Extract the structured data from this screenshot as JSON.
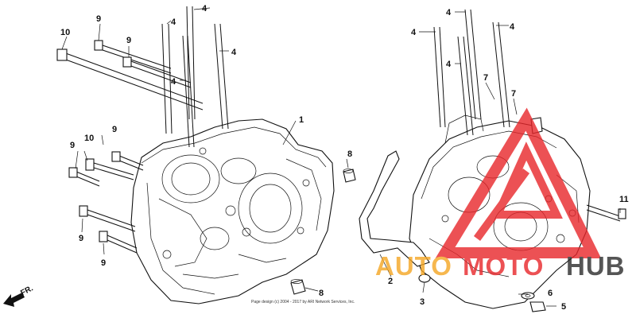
{
  "diagram": {
    "callouts": {
      "c1": "1",
      "c2": "2",
      "c3": "3",
      "c4a": "4",
      "c4b": "4",
      "c4c": "4",
      "c4d": "4",
      "c4e": "4",
      "c4f": "4",
      "c4g": "4",
      "c4h": "4",
      "c5": "5",
      "c6": "6",
      "c7a": "7",
      "c7b": "7",
      "c8a": "8",
      "c8b": "8",
      "c9a": "9",
      "c9b": "9",
      "c9c": "9",
      "c9d": "9",
      "c9e": "9",
      "c9f": "9",
      "c10a": "10",
      "c10b": "10",
      "c11": "11"
    },
    "direction_label": "FR.",
    "credit": "Page design (c) 2004 - 2017 by ARI Network Services, Inc."
  },
  "watermark": {
    "text_auto": "AUTO",
    "text_moto": "MOTO",
    "text_hub": "HUB",
    "accent_color": "#e8262a",
    "secondary_color": "#f5a623",
    "dark_color": "#2b2b2b"
  }
}
